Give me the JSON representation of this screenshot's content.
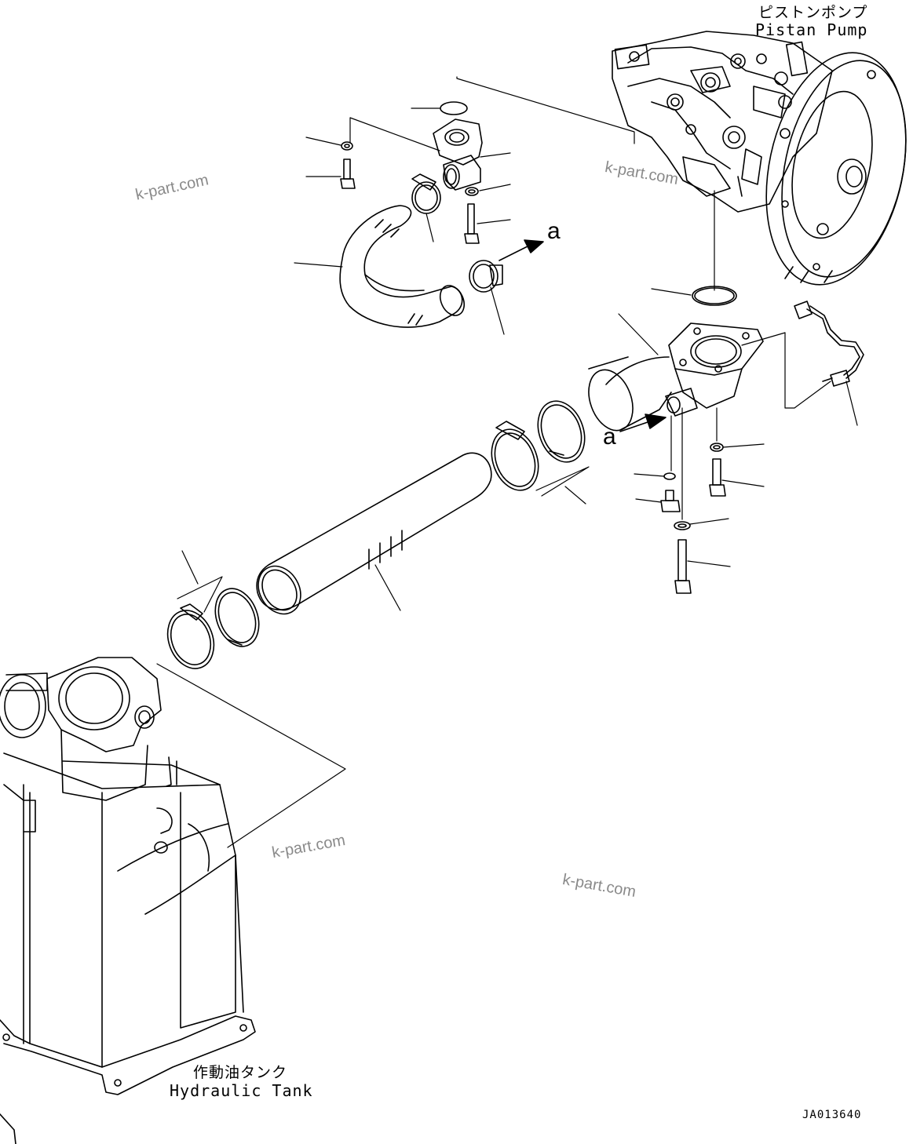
{
  "labels": {
    "pump_jp": "ピストンポンプ",
    "pump_en": "Pistan Pump",
    "tank_jp": "作動油タンク",
    "tank_en": "Hydraulic Tank",
    "view_a_1": "a",
    "view_a_2": "a",
    "drawing_code": "JA013640"
  },
  "watermarks": [
    "k-part.com",
    "k-part.com",
    "k-part.com",
    "k-part.com"
  ]
}
